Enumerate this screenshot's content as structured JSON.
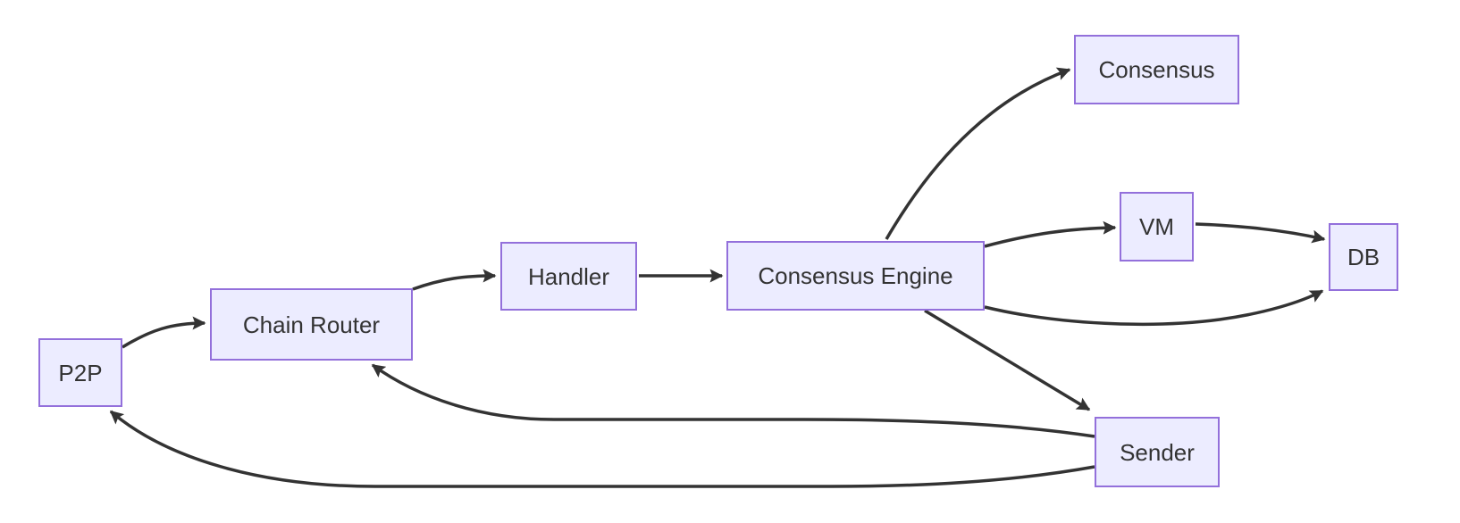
{
  "diagram": {
    "type": "flowchart",
    "direction": "left-to-right",
    "nodes": [
      {
        "id": "p2p",
        "label": "P2P"
      },
      {
        "id": "chain-router",
        "label": "Chain Router"
      },
      {
        "id": "handler",
        "label": "Handler"
      },
      {
        "id": "consensus-engine",
        "label": "Consensus Engine"
      },
      {
        "id": "consensus",
        "label": "Consensus"
      },
      {
        "id": "vm",
        "label": "VM"
      },
      {
        "id": "db",
        "label": "DB"
      },
      {
        "id": "sender",
        "label": "Sender"
      }
    ],
    "edges": [
      {
        "from": "P2P",
        "to": "Chain Router"
      },
      {
        "from": "Chain Router",
        "to": "Handler"
      },
      {
        "from": "Handler",
        "to": "Consensus Engine"
      },
      {
        "from": "Consensus Engine",
        "to": "Consensus"
      },
      {
        "from": "Consensus Engine",
        "to": "VM"
      },
      {
        "from": "VM",
        "to": "DB"
      },
      {
        "from": "Consensus Engine",
        "to": "DB"
      },
      {
        "from": "Consensus Engine",
        "to": "Sender"
      },
      {
        "from": "Sender",
        "to": "Chain Router"
      },
      {
        "from": "Sender",
        "to": "P2P"
      }
    ],
    "colors": {
      "background": "#FFFFFF",
      "node_fill": "#ECECFF",
      "node_border": "#9370DB",
      "edge": "#333333",
      "text": "#333333"
    }
  }
}
